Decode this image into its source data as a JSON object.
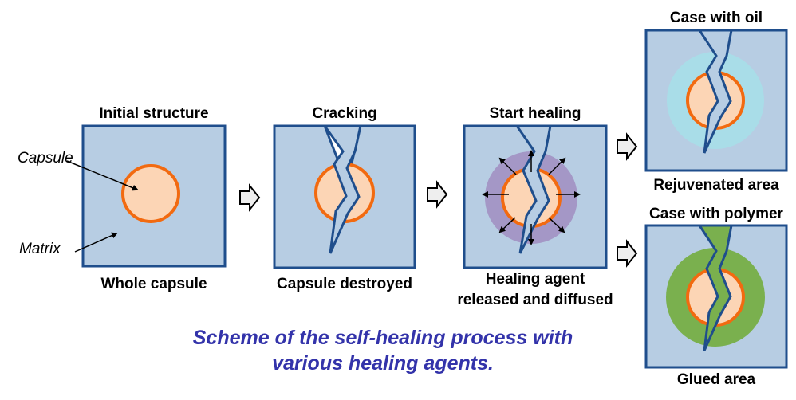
{
  "panels": {
    "initial": {
      "title": "Initial structure",
      "caption": "Whole capsule"
    },
    "cracking": {
      "title": "Cracking",
      "caption": "Capsule destroyed"
    },
    "healing": {
      "title": "Start healing",
      "caption_line1": "Healing agent",
      "caption_line2": "released and diffused"
    },
    "oil": {
      "title": "Case with oil",
      "caption": "Rejuvenated area"
    },
    "polymer": {
      "title": "Case with polymer",
      "caption": "Glued area"
    }
  },
  "annotations": {
    "capsule": "Capsule",
    "matrix": "Matrix"
  },
  "caption": {
    "line1": "Scheme of the self-healing process with",
    "line2": "various healing agents."
  },
  "colors": {
    "matrix_fill": "#b7cde3",
    "matrix_border": "#1f4e8c",
    "capsule_fill": "#fcd5b5",
    "capsule_ring": "#f26a10",
    "diffusion_purple": "#a497c6",
    "oil_halo": "#a9dde8",
    "polymer_halo": "#7ab04e",
    "caption_text": "#3333aa"
  }
}
